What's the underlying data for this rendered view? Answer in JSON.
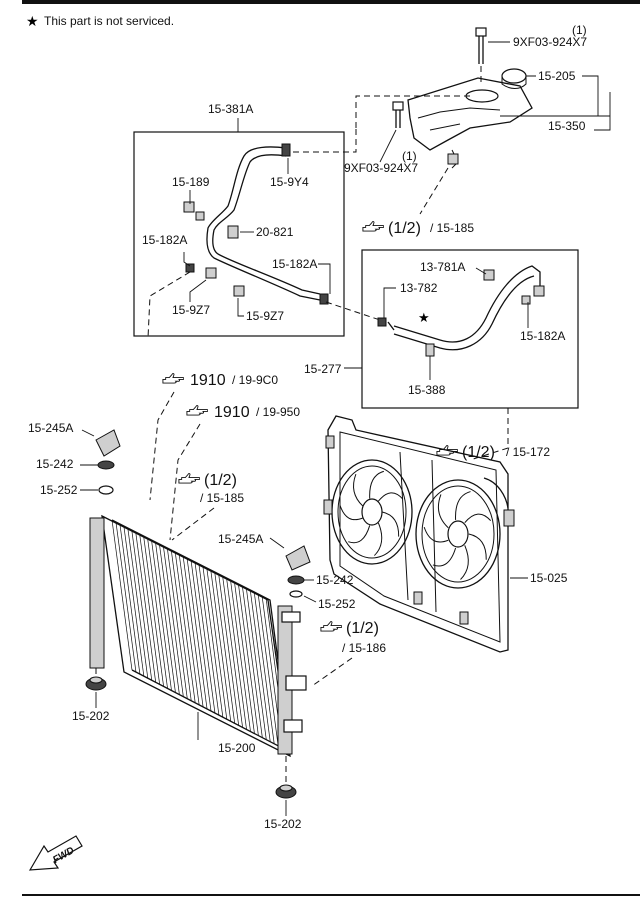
{
  "note": "This part is not serviced.",
  "labels": {
    "bolt_top": "9XF03-924X7",
    "bolt_top_qty": "(1)",
    "bolt_left": "9XF03-924X7",
    "bolt_left_qty": "(1)",
    "cap": "15-205",
    "tank_assy": "15-350",
    "hose_kit": "15-381A",
    "p15_189": "15-189",
    "p15_9Y4": "15-9Y4",
    "p20_821": "20-821",
    "p15_182A_left": "15-182A",
    "p15_182A_mid": "15-182A",
    "p15_9Z7_a": "15-9Z7",
    "p15_9Z7_b": "15-9Z7",
    "p13_781A": "13-781A",
    "p13_782": "13-782",
    "p15_182A_right": "15-182A",
    "p15_277": "15-277",
    "p15_388": "15-388",
    "p15_245A_left": "15-245A",
    "p15_242_left": "15-242",
    "p15_252_left": "15-252",
    "p15_245A_right": "15-245A",
    "p15_242_right": "15-242",
    "p15_252_right": "15-252",
    "p15_025": "15-025",
    "p15_200": "15-200",
    "p15_202_left": "15-202",
    "p15_202_bottom": "15-202",
    "fwd": "FWD"
  },
  "refs": {
    "r1_big": "(1/2)",
    "r1_small": "/ 15-185",
    "r2_big": "(1/2)",
    "r2_small": "/ 15-172",
    "r3_big": "1910",
    "r3_small": "/ 19-9C0",
    "r4_big": "1910",
    "r4_small": "/ 19-950",
    "r5_big": "(1/2)",
    "r5_small": "/ 15-185",
    "r6_big": "(1/2)",
    "r6_small": "/ 15-186"
  },
  "icons": {
    "star": "star-icon",
    "reference": "pointing-hand-icon"
  }
}
